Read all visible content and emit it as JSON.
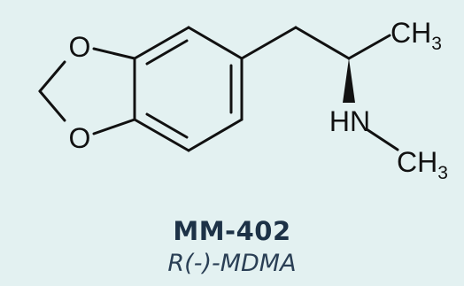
{
  "compound": {
    "code": "MM-402",
    "name": "R(-)-MDMA"
  },
  "structure": {
    "atoms": {
      "oxygen_top": "O",
      "oxygen_bottom": "O",
      "nitrogen_h": "HN",
      "methyl_c1": "CH",
      "methyl_c1_sub": "3",
      "methyl_c2": "CH",
      "methyl_c2_sub": "3"
    }
  },
  "colors": {
    "background": "#e3f1f1",
    "bond": "#111111",
    "code_text": "#1d3247",
    "name_text": "#2a3f55"
  }
}
